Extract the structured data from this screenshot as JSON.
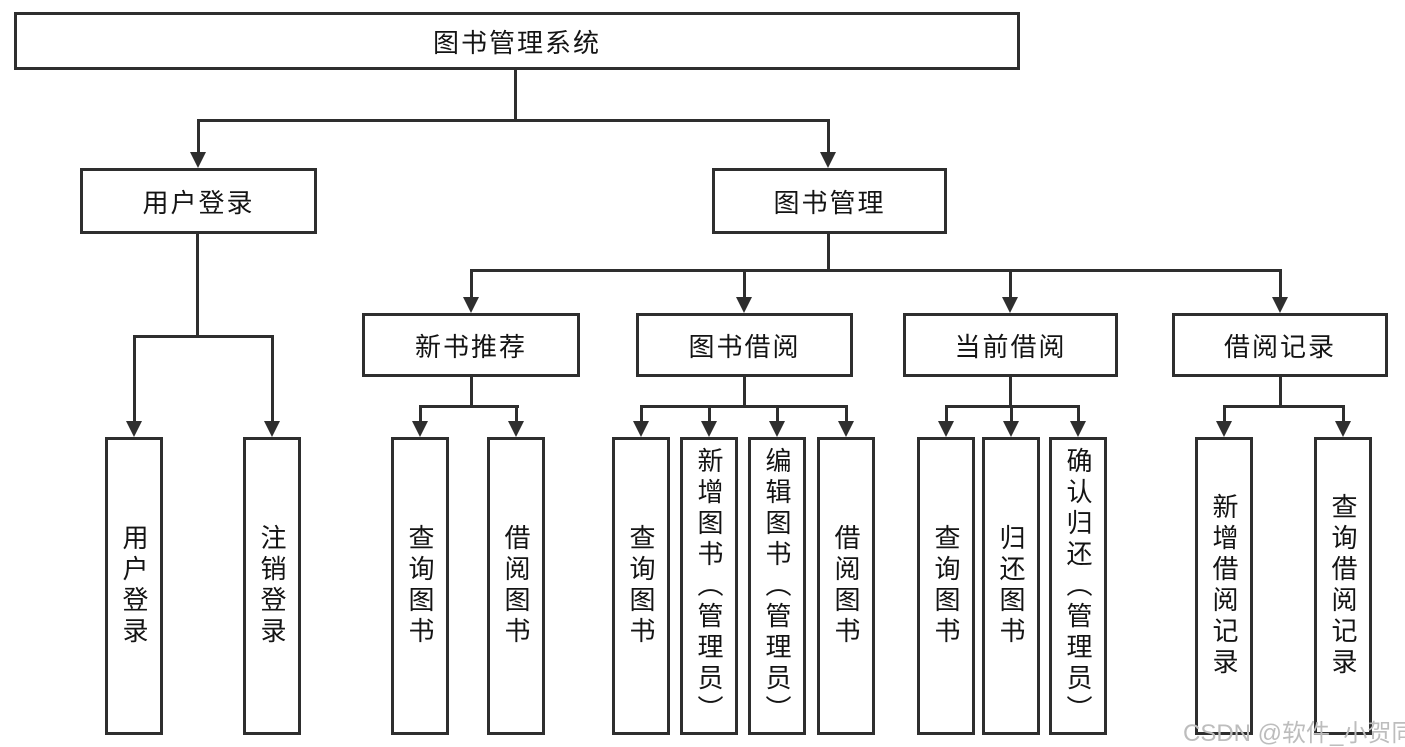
{
  "tree": {
    "label": "图书管理系统",
    "children": [
      {
        "label": "用户登录",
        "children": [
          {
            "label": "用户登录"
          },
          {
            "label": "注销登录"
          }
        ]
      },
      {
        "label": "图书管理",
        "children": [
          {
            "label": "新书推荐",
            "children": [
              {
                "label": "查询图书"
              },
              {
                "label": "借阅图书"
              }
            ]
          },
          {
            "label": "图书借阅",
            "children": [
              {
                "label": "查询图书"
              },
              {
                "label": "新增图书（管理员）"
              },
              {
                "label": "编辑图书（管理员）"
              },
              {
                "label": "借阅图书"
              }
            ]
          },
          {
            "label": "当前借阅",
            "children": [
              {
                "label": "查询图书"
              },
              {
                "label": "归还图书"
              },
              {
                "label": "确认归还（管理员）"
              }
            ]
          },
          {
            "label": "借阅记录",
            "children": [
              {
                "label": "新增借阅记录"
              },
              {
                "label": "查询借阅记录"
              }
            ]
          }
        ]
      }
    ]
  },
  "watermark": {
    "text": "CSDN @软件_小贺同学"
  },
  "colors": {
    "line": "#2e2e2e",
    "text": "#141414",
    "background": "#ffffff",
    "watermark": "#bdbdbd"
  }
}
